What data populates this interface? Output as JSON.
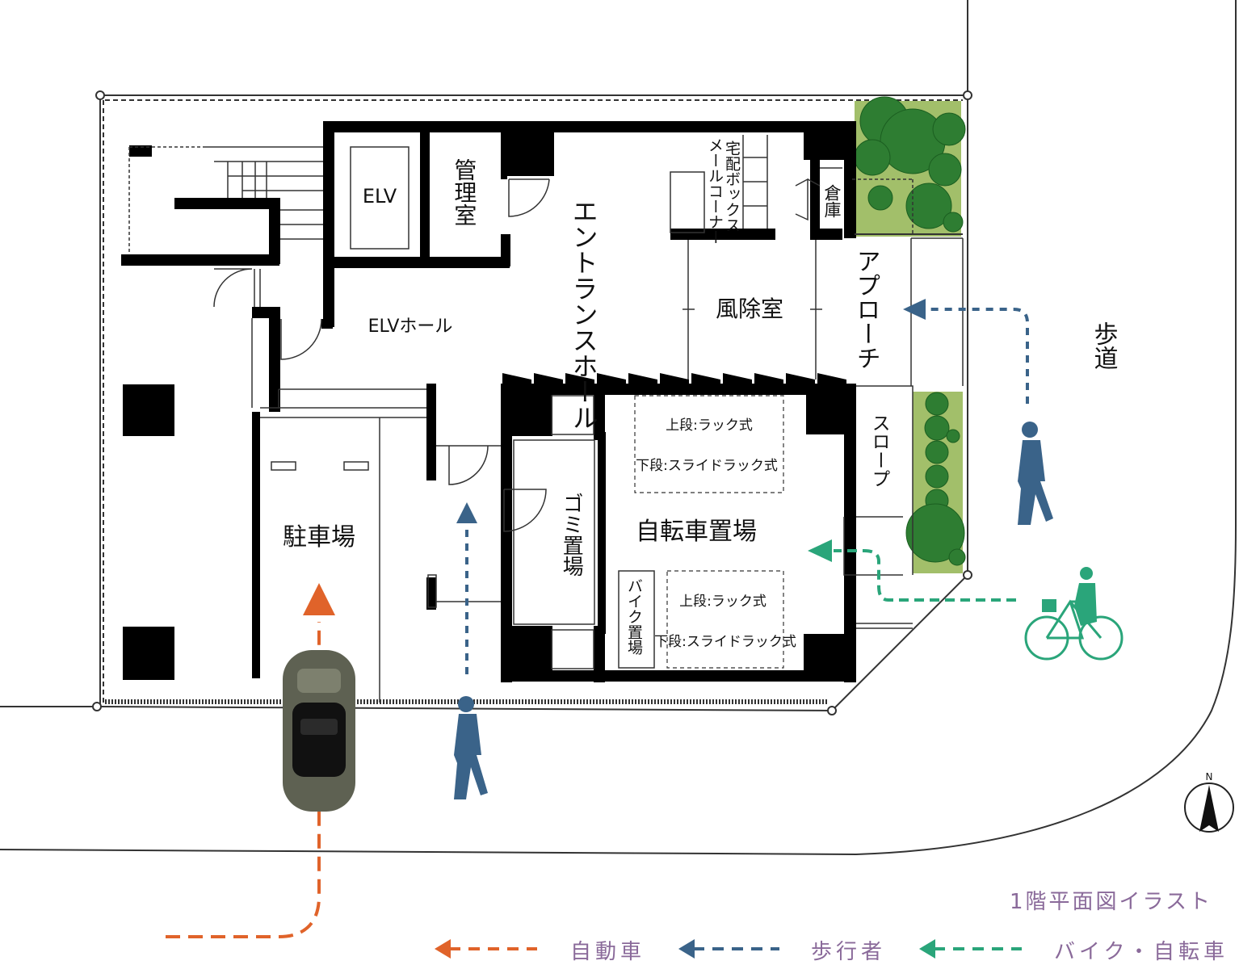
{
  "title": "1階平面図イラスト",
  "rooms": {
    "elv": "ELV",
    "management": "管理室",
    "entrance_hall": "エントランスホール",
    "delivery_box": "宅配ボックス",
    "mail_corner": "メールコーナー",
    "storage": "倉庫",
    "elv_hall": "ELVホール",
    "windbreak": "風除室",
    "approach": "アプローチ",
    "sidewalk": "歩道",
    "slope": "スロープ",
    "parking": "駐車場",
    "garbage": "ゴミ置場",
    "bicycle_parking": "自転車置場",
    "bike_parking": "バイク置場",
    "rack_upper_1": "上段:ラック式",
    "rack_lower_1": "下段:スライドラック式",
    "rack_upper_2": "上段:ラック式",
    "rack_lower_2": "下段:スライドラック式"
  },
  "compass": {
    "label": "N"
  },
  "legend": [
    {
      "label": "自動車",
      "color": "#e0632a"
    },
    {
      "label": "歩行者",
      "color": "#3a6389"
    },
    {
      "label": "バイク・自転車",
      "color": "#2aa57a"
    }
  ],
  "colors": {
    "wall": "#000000",
    "greenery": "#a2bf6a",
    "tree": "#2e7d32",
    "car_route": "#e0632a",
    "pedestrian_route": "#3a6389",
    "bicycle_route": "#2aa57a"
  }
}
